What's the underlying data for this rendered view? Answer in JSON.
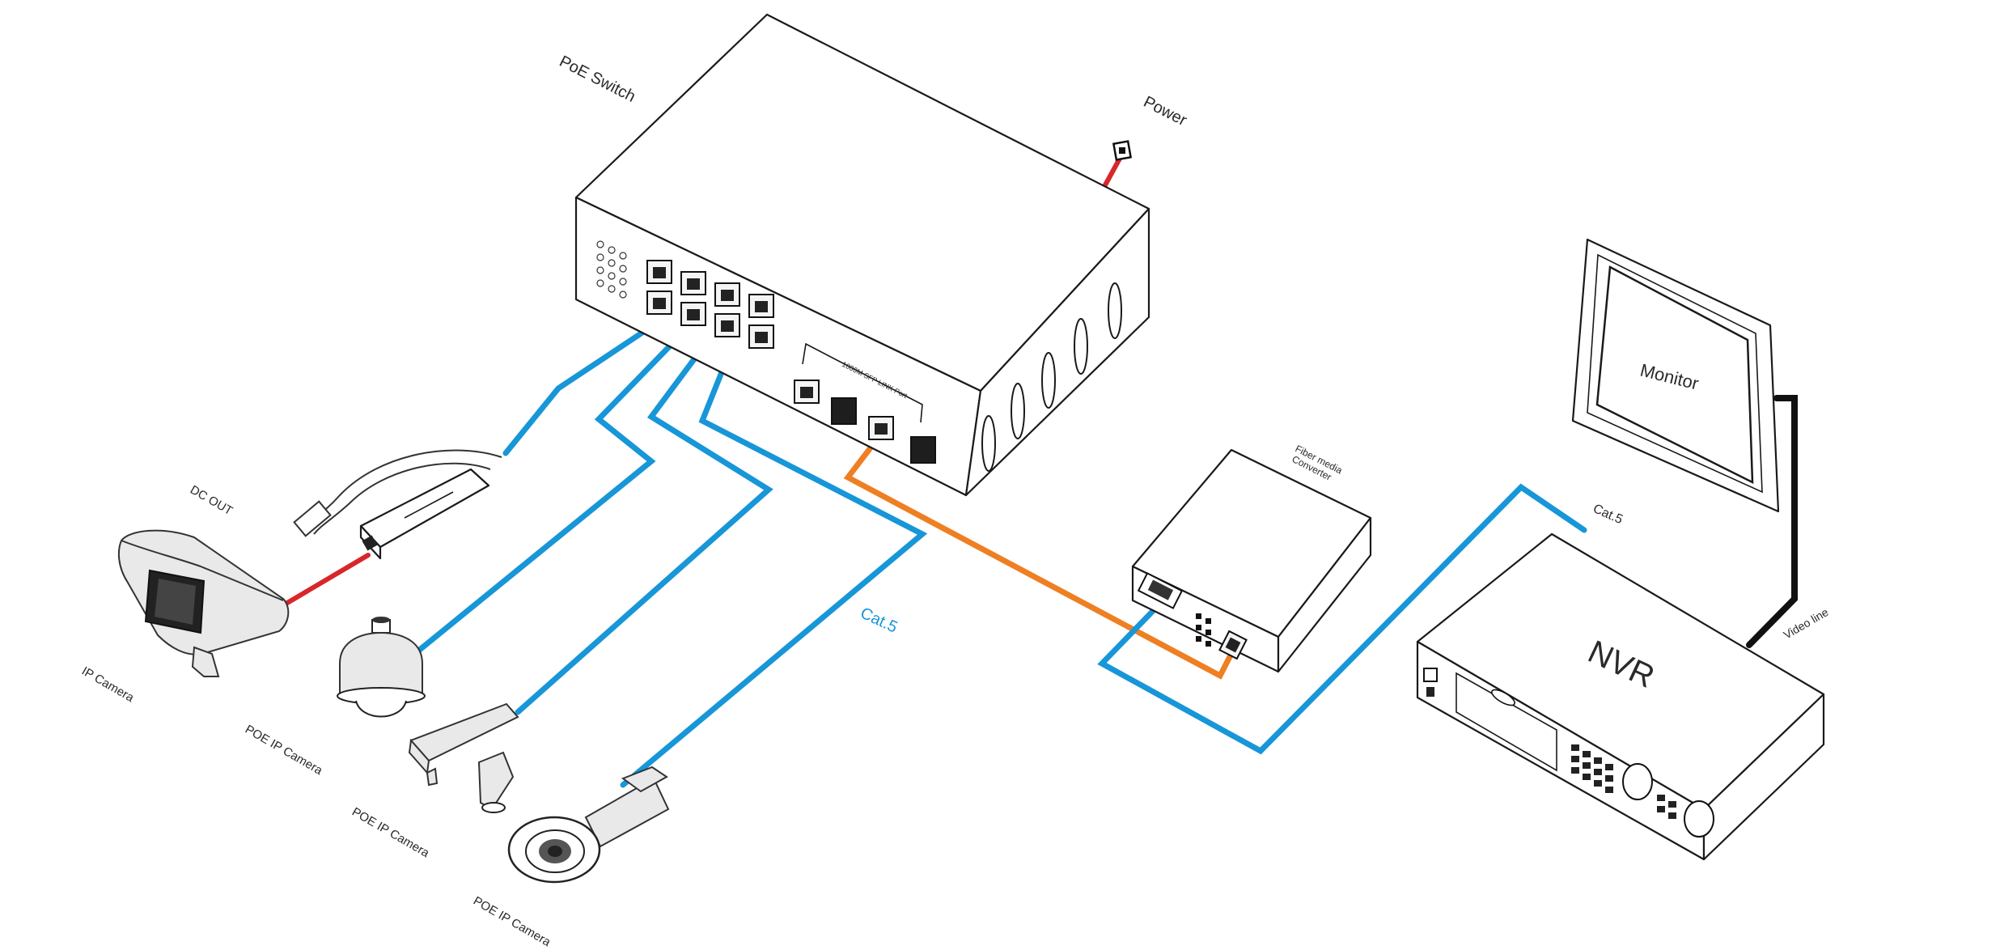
{
  "labels": {
    "poe_switch": "PoE Switch",
    "power": "Power",
    "monitor": "Monitor",
    "fiber_media_converter_line1": "Fiber media",
    "fiber_media_converter_line2": "Converter",
    "cat5_main": "Cat.5",
    "cat5_nvr": "Cat.5",
    "nvr": "NVR",
    "video_line": "Video line",
    "dc_out": "DC OUT",
    "ip_camera": "IP Camera",
    "poe_ip_camera_1": "POE IP Camera",
    "poe_ip_camera_2": "POE IP Camera",
    "poe_ip_camera_3": "POE IP Camera",
    "uplink_port": "1000M SFP LINK Port"
  },
  "colors": {
    "ethernet_cable": "#1796d8",
    "fiber_cable": "#ee7f22",
    "power_cable": "#d9262b",
    "video_cable": "#111111"
  },
  "icons": [
    "poe-switch",
    "power-plug",
    "monitor",
    "fiber-media-converter",
    "nvr",
    "poe-splitter",
    "ip-camera-housing",
    "dome-camera",
    "box-camera",
    "bullet-camera"
  ]
}
